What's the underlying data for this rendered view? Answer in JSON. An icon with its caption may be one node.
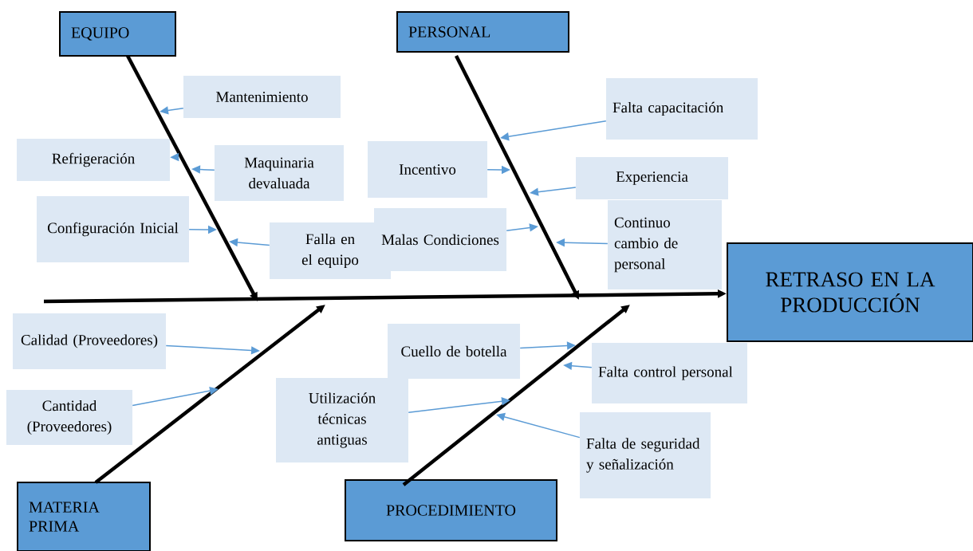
{
  "diagram": {
    "nodes": [
      {
        "text": [
          "EQUIPO"
        ]
      },
      {
        "text": [
          "PERSONAL"
        ]
      },
      {
        "text": [
          "MATERIA PRIMA"
        ]
      },
      {
        "text": [
          "PROCEDIMIENTO"
        ]
      },
      {
        "text": [
          "RETRASO EN LA PRODUCCIÓN"
        ]
      },
      {
        "text": [
          "Mantenimiento"
        ]
      },
      {
        "text": [
          "Refrigeración"
        ]
      },
      {
        "text": [
          "Maquinaria devaluada"
        ]
      },
      {
        "text": [
          "Configuración Inicial"
        ]
      },
      {
        "text": [
          "Falla en el equipo"
        ]
      },
      {
        "text": [
          "Falta capacitación"
        ]
      },
      {
        "text": [
          "Incentivo"
        ]
      },
      {
        "text": [
          "Experiencia"
        ]
      },
      {
        "text": [
          "Malas Condiciones"
        ]
      },
      {
        "text": [
          "Continuo cambio de personal"
        ]
      },
      {
        "text": [
          "Calidad (Proveedores)"
        ]
      },
      {
        "text": [
          "Cantidad (Proveedores)"
        ]
      },
      {
        "text": [
          "Cuello de botella"
        ]
      },
      {
        "text": [
          "Utilización técnicas antiguas"
        ]
      },
      {
        "text": [
          "Falta control personal"
        ]
      },
      {
        "text": [
          "Falta de seguridad y señalización"
        ]
      }
    ],
    "edges": [
      {
        "from": null,
        "to": 4,
        "arrow": "to",
        "style": "thick",
        "color": "#000000"
      },
      {
        "from": 0,
        "to": null,
        "arrow": "to",
        "style": "thick",
        "color": "#000000"
      },
      {
        "from": 1,
        "to": null,
        "arrow": "to",
        "style": "thick",
        "color": "#000000"
      },
      {
        "from": 2,
        "to": null,
        "arrow": "to",
        "style": "thick",
        "color": "#000000"
      },
      {
        "from": 3,
        "to": null,
        "arrow": "to",
        "style": "thick",
        "color": "#000000"
      },
      {
        "from": 5,
        "to": null,
        "arrow": "to"
      },
      {
        "from": null,
        "to": 6,
        "arrow": "to"
      },
      {
        "from": 7,
        "to": null,
        "arrow": "to"
      },
      {
        "from": 8,
        "to": null,
        "arrow": "to"
      },
      {
        "from": 9,
        "to": null,
        "arrow": "to"
      },
      {
        "from": 10,
        "to": null,
        "arrow": "to"
      },
      {
        "from": 11,
        "to": null,
        "arrow": "to"
      },
      {
        "from": 12,
        "to": null,
        "arrow": "to"
      },
      {
        "from": 13,
        "to": null,
        "arrow": "to"
      },
      {
        "from": 14,
        "to": null,
        "arrow": "to"
      },
      {
        "from": 15,
        "to": null,
        "arrow": "to"
      },
      {
        "from": 16,
        "to": null,
        "arrow": "to"
      },
      {
        "from": 17,
        "to": null,
        "arrow": "to"
      },
      {
        "from": 18,
        "to": null,
        "arrow": "to"
      },
      {
        "from": 19,
        "to": null,
        "arrow": "to"
      },
      {
        "from": 20,
        "to": null,
        "arrow": "to"
      }
    ]
  }
}
